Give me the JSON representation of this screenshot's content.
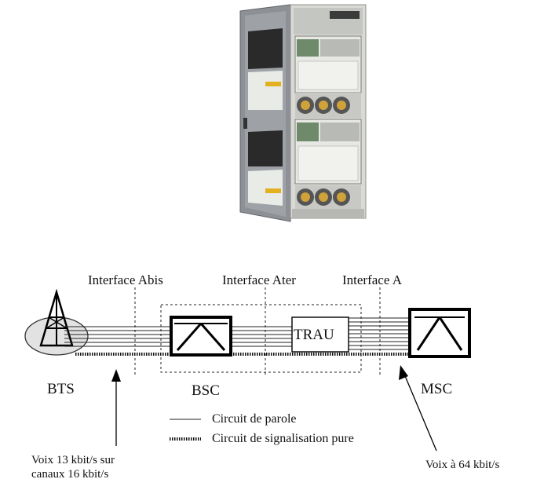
{
  "interfaces": {
    "abis": "Interface Abis",
    "ater": "Interface Ater",
    "a": "Interface A"
  },
  "nodes": {
    "bts": "BTS",
    "bsc": "BSC",
    "trau": "TRAU",
    "msc": "MSC"
  },
  "legend": {
    "speech": "Circuit de parole",
    "signaling": "Circuit de signalisation pure"
  },
  "notes": {
    "voice_13_line1": "Voix 13 kbit/s sur",
    "voice_13_line2": "canaux 16 kbit/s",
    "voice_64": "Voix à 64 kbit/s"
  }
}
